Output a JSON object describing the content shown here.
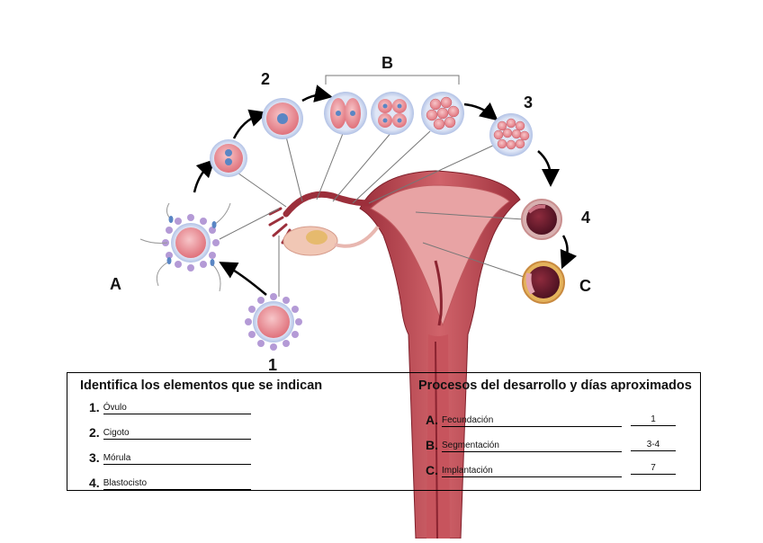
{
  "diagram": {
    "labels": {
      "A": "A",
      "B": "B",
      "C": "C",
      "n1": "1",
      "n2": "2",
      "n3": "3",
      "n4": "4"
    }
  },
  "worksheet": {
    "left_title": "Identifica los elementos que se indican",
    "right_title": "Procesos del desarrollo y días aproximados",
    "elements": [
      {
        "number": "1.",
        "answer": "Óvulo"
      },
      {
        "number": "2.",
        "answer": "Cigoto"
      },
      {
        "number": "3.",
        "answer": "Mórula"
      },
      {
        "number": "4.",
        "answer": "Blastocisto"
      }
    ],
    "processes": [
      {
        "letter": "A.",
        "answer": "Fecundación",
        "days": "1"
      },
      {
        "letter": "B.",
        "answer": "Segmentación",
        "days": "3-4"
      },
      {
        "letter": "C.",
        "answer": "Implantación",
        "days": "7"
      }
    ]
  },
  "colors": {
    "uterus": "#b8434b",
    "uterus_inner": "#e39a9a",
    "cell_ring": "#b9c6e6",
    "cell_body": "#e98f97",
    "nucleus": "#5a86c4",
    "corona": "#b49ad6"
  }
}
